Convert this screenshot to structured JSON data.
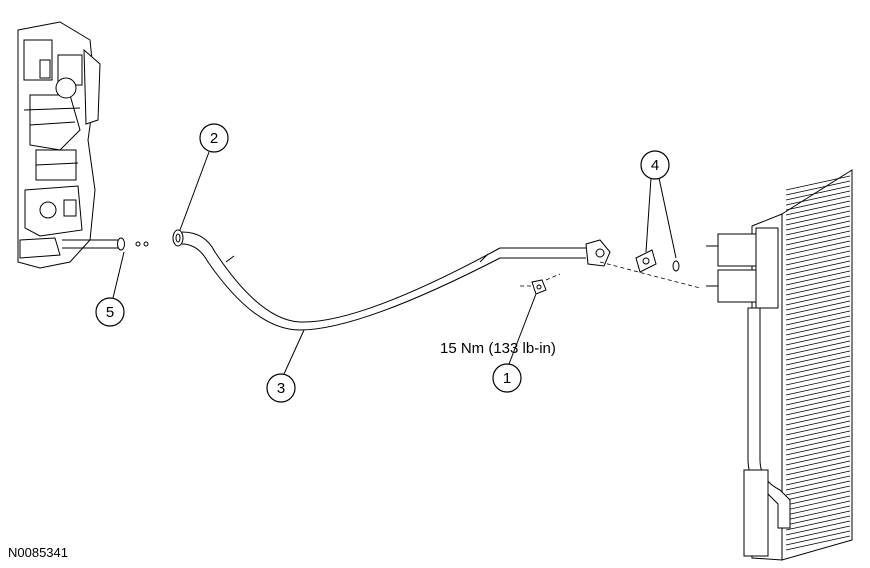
{
  "diagram": {
    "callouts": [
      {
        "id": "callout-1",
        "label": "1"
      },
      {
        "id": "callout-2",
        "label": "2"
      },
      {
        "id": "callout-3",
        "label": "3"
      },
      {
        "id": "callout-4",
        "label": "4"
      },
      {
        "id": "callout-5",
        "label": "5"
      }
    ],
    "torque_spec": "15 Nm (133 lb-in)",
    "figure_id": "N0085341"
  }
}
